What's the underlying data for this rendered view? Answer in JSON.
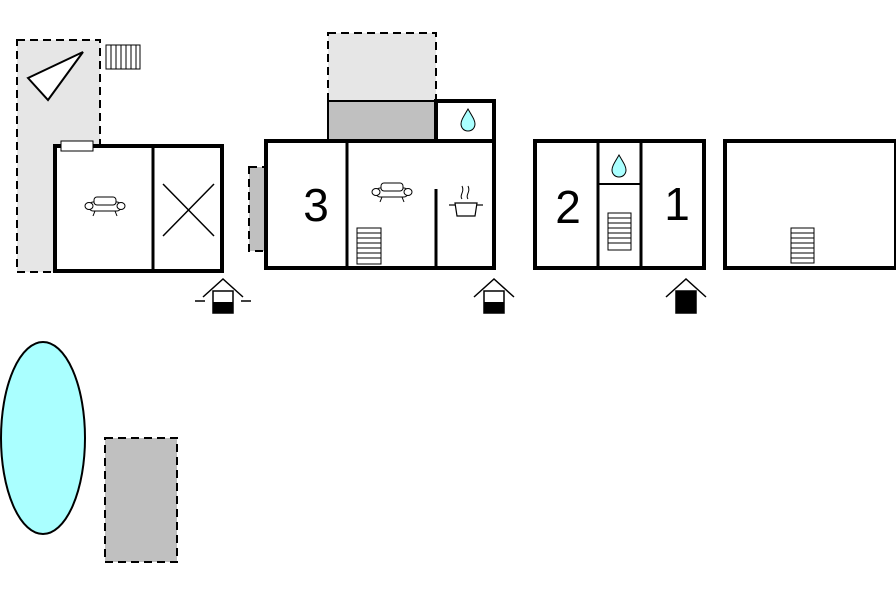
{
  "floorplan": {
    "colors": {
      "wall": "#000000",
      "terrace_light": "#e6e6e6",
      "terrace_dark": "#c0c0c0",
      "pool": "#aaffff",
      "water_drop": "#aaffff",
      "background": "#ffffff"
    },
    "rooms": {
      "room_3": {
        "label": "3"
      },
      "room_2": {
        "label": "2"
      },
      "room_1": {
        "label": "1"
      }
    },
    "icons": {
      "sofa": "sofa-icon",
      "bathroom": "water-drop-icon",
      "kitchen": "cooking-pot-icon",
      "stairs": "stairs-icon",
      "entrance": "entrance-house-icon",
      "open_space": "x-cross-icon",
      "tent": "triangle-icon",
      "pool": "pool-oval"
    }
  }
}
